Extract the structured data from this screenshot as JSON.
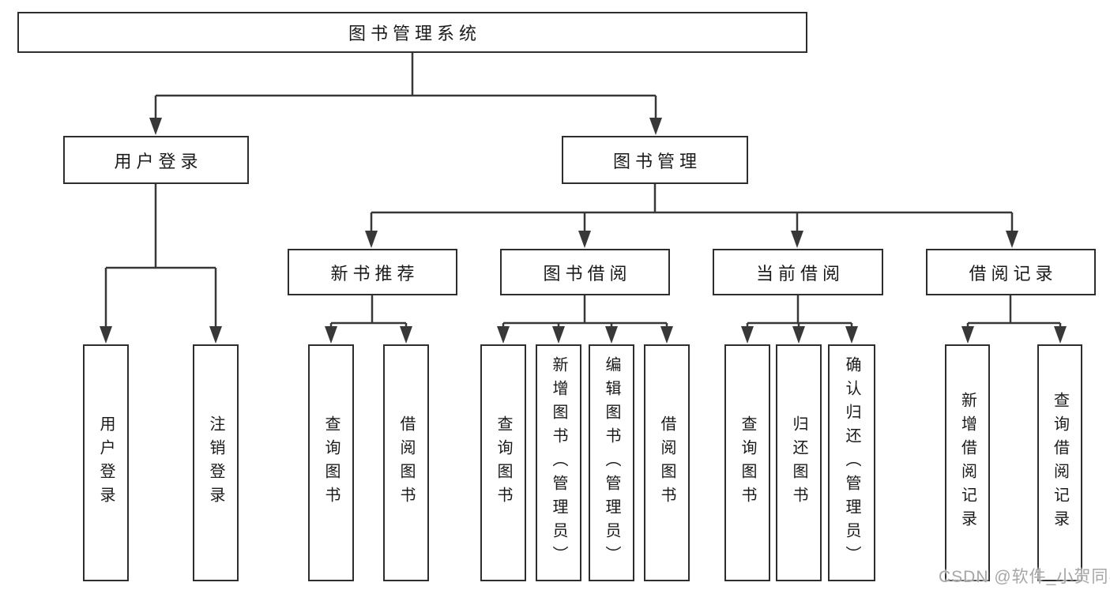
{
  "diagram": {
    "root": {
      "label": "图书管理系统"
    },
    "user_login": {
      "label": "用户登录",
      "children": {
        "login": {
          "label": "用户登录"
        },
        "logout": {
          "label": "注销登录"
        }
      }
    },
    "book_mgmt": {
      "label": "图书管理",
      "children": {
        "new_book_rec": {
          "label": "新书推荐",
          "children": {
            "query_book": {
              "label": "查询图书"
            },
            "borrow_book": {
              "label": "借阅图书"
            }
          }
        },
        "book_borrow": {
          "label": "图书借阅",
          "children": {
            "query_book": {
              "label": "查询图书"
            },
            "add_book": {
              "label": "新增图书（管理员）"
            },
            "edit_book": {
              "label": "编辑图书（管理员）"
            },
            "borrow_book": {
              "label": "借阅图书"
            }
          }
        },
        "current_borrow": {
          "label": "当前借阅",
          "children": {
            "query_book": {
              "label": "查询图书"
            },
            "return_book": {
              "label": "归还图书"
            },
            "confirm_return": {
              "label": "确认归还（管理员）"
            }
          }
        },
        "borrow_record": {
          "label": "借阅记录",
          "children": {
            "add_record": {
              "label": "新增借阅记录"
            },
            "query_record": {
              "label": "查询借阅记录"
            }
          }
        }
      }
    },
    "watermark": {
      "text": "CSDN @软件_小贺同学"
    },
    "colors": {
      "background": "#ffffff",
      "line": "#383838",
      "box_border": "#2e2e2e",
      "text": "#1a1a1a",
      "watermark": "#a6a6a6"
    }
  }
}
